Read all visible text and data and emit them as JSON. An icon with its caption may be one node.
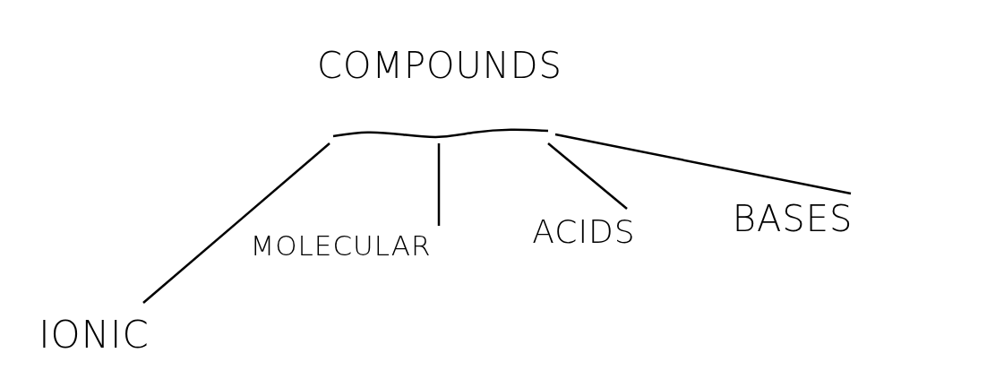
{
  "diagram": {
    "nodes": [
      {
        "text": [
          "COMPOUNDS"
        ]
      },
      {
        "text": [
          "IONIC"
        ]
      },
      {
        "text": [
          "MOLECULAR"
        ]
      },
      {
        "text": [
          "ACIDS"
        ]
      },
      {
        "text": [
          "BASES"
        ]
      }
    ],
    "edges": [
      {
        "from": 0,
        "to": 1,
        "arrow": "none"
      },
      {
        "from": 0,
        "to": 2,
        "arrow": "none"
      },
      {
        "from": 0,
        "to": 3,
        "arrow": "none"
      },
      {
        "from": 0,
        "to": 4,
        "arrow": "none"
      }
    ]
  }
}
